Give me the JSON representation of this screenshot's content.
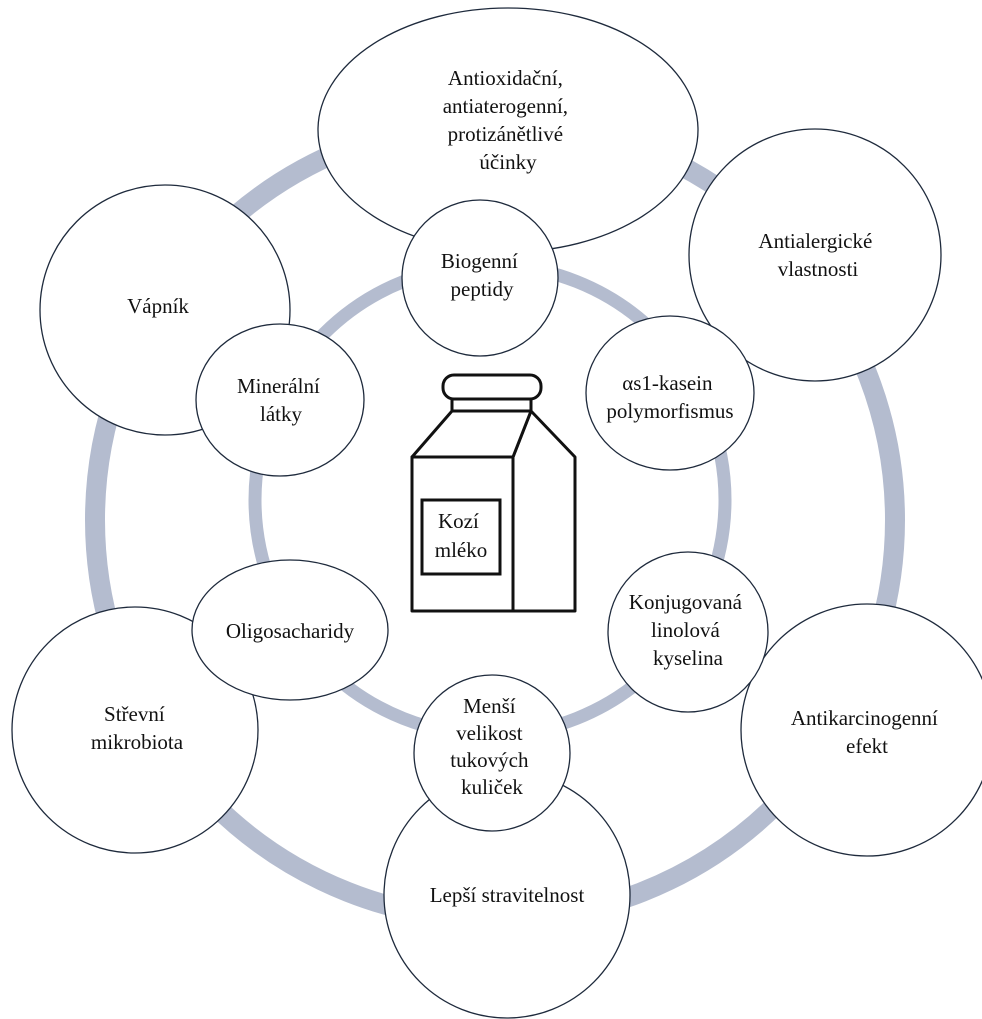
{
  "diagram": {
    "center": {
      "icon": "milk-carton-icon",
      "label_lines": [
        "Kozí",
        "mléko"
      ]
    },
    "inner_nodes": [
      {
        "id": "biogenni-peptidy",
        "lines": [
          "Biogenní",
          "peptidy"
        ]
      },
      {
        "id": "kasein-polymorfismus",
        "lines": [
          "αs1-kasein",
          "polymorfismus"
        ]
      },
      {
        "id": "konjugovana-linolova-kyselina",
        "lines": [
          "Konjugovaná",
          "linolová",
          "kyselina"
        ]
      },
      {
        "id": "mensi-velikost-tukovych-kulicek",
        "lines": [
          "Menší",
          "velikost",
          "tukových",
          "kuliček"
        ]
      },
      {
        "id": "oligosacharidy",
        "lines": [
          "Oligosacharidy"
        ]
      },
      {
        "id": "mineralni-latky",
        "lines": [
          "Minerální",
          "látky"
        ]
      }
    ],
    "outer_nodes": [
      {
        "id": "antioxidacni-ucinky",
        "lines": [
          "Antioxidační,",
          "antiaterogenní,",
          "protizánětlivé",
          "účinky"
        ]
      },
      {
        "id": "antialergicke-vlastnosti",
        "lines": [
          "Antialergické",
          "vlastnosti"
        ]
      },
      {
        "id": "antikarcinogenni-efekt",
        "lines": [
          "Antikarcinogenní",
          "efekt"
        ]
      },
      {
        "id": "lepsi-stravitelnost",
        "lines": [
          "Lepší stravitelnost"
        ]
      },
      {
        "id": "strevni-mikrobiota",
        "lines": [
          "Střevní",
          "mikrobiota"
        ]
      },
      {
        "id": "vapnik",
        "lines": [
          "Vápník"
        ]
      }
    ],
    "colors": {
      "ring": "#b4bccf",
      "bubble_stroke": "#1e2a3c",
      "bubble_fill": "#ffffff",
      "text": "#111111"
    }
  }
}
